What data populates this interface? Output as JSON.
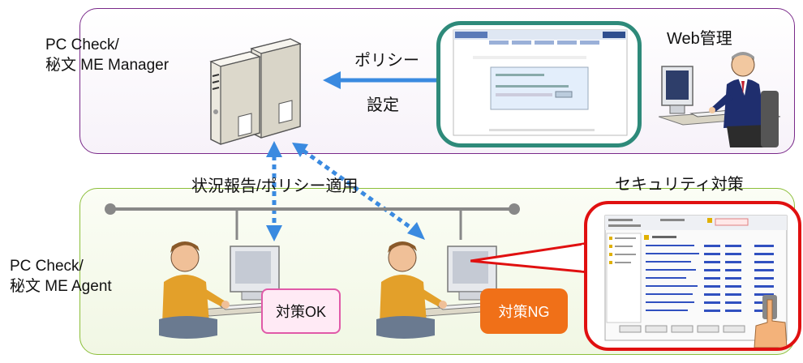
{
  "manager": {
    "label_line1": "PC Check/",
    "label_line2": "秘文 ME Manager"
  },
  "policy_arrow": {
    "line1": "ポリシー",
    "line2": "設定"
  },
  "web_admin": {
    "label": "Web管理"
  },
  "network": {
    "label": "状況報告/ポリシー適用"
  },
  "security": {
    "label": "セキュリティ対策"
  },
  "agent": {
    "label_line1": "PC Check/",
    "label_line2": "秘文 ME Agent"
  },
  "status": {
    "ok": "対策OK",
    "ng": "対策NG"
  },
  "colors": {
    "top_panel_border": "#7a2a8a",
    "bottom_panel_border": "#8cbf3a",
    "policy_arrow": "#3a8ae0",
    "screen_bubble_border": "#2e8a7a",
    "security_bubble_border": "#e01010",
    "ok_box": "#e05aa8",
    "ng_box": "#f07018"
  }
}
